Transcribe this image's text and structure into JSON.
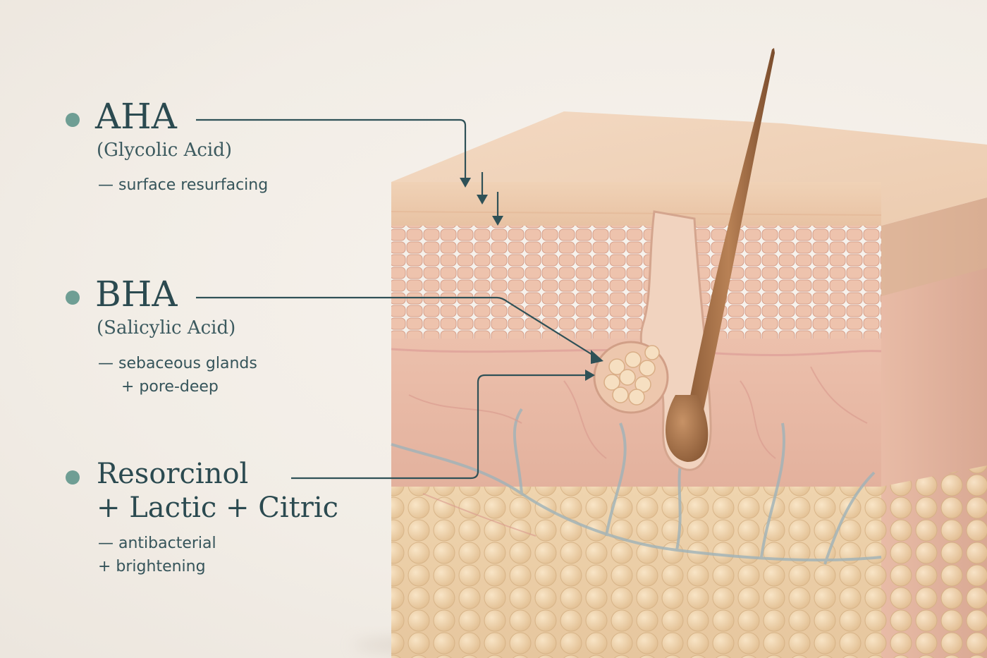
{
  "colors": {
    "bullet": "#6f9e94",
    "text": "#2b4a50",
    "leader_line": "#2f5157",
    "background": "#f4f0ea"
  },
  "labels": {
    "aha": {
      "title": "AHA",
      "subtitle": "(Glycolic Acid)",
      "desc_line1": "— surface resurfacing"
    },
    "bha": {
      "title": "BHA",
      "subtitle": "(Salicylic Acid)",
      "desc_line1": "— sebaceous glands",
      "desc_line2": "+ pore-deep"
    },
    "resorcinol": {
      "title_line1": "Resorcinol",
      "title_line2": "+ Lactic + Citric",
      "desc_line1": "— antibacterial",
      "desc_line2": "+ brightening"
    }
  }
}
